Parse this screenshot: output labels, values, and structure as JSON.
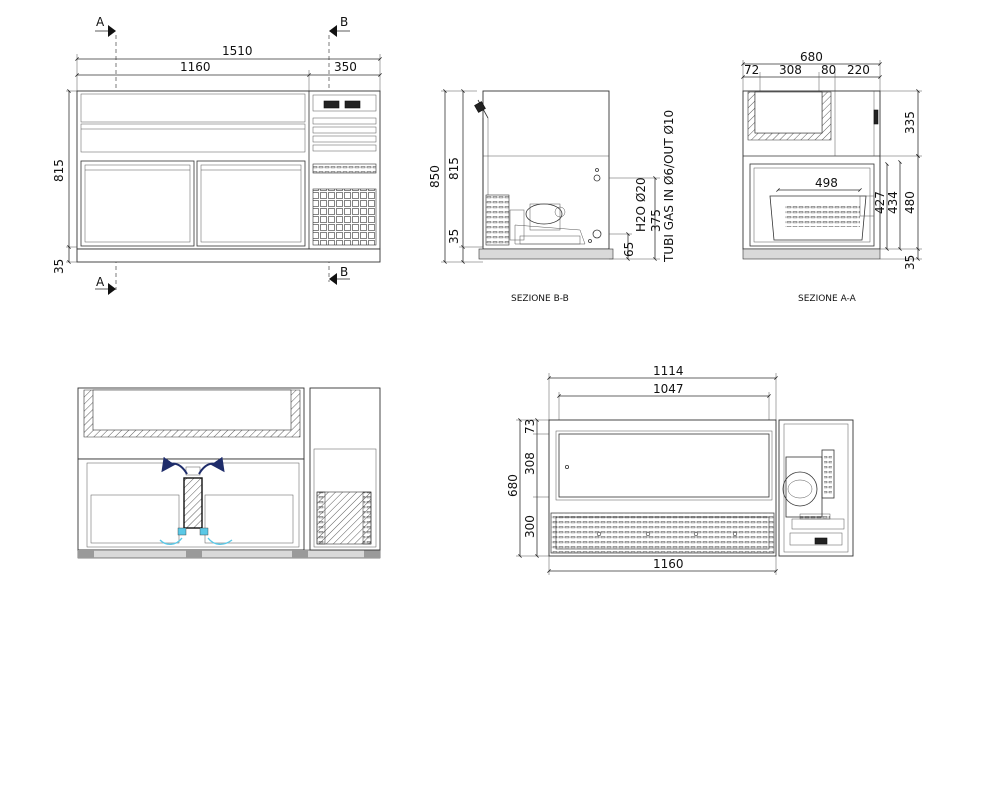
{
  "front_view": {
    "marker_a": "A",
    "marker_b": "B",
    "width_total": "1510",
    "width_cabinet": "1160",
    "width_unit": "350",
    "height_total": "815",
    "height_feet": "35"
  },
  "section_bb": {
    "caption": "SEZIONE B-B",
    "height_overall": "850",
    "height_body": "815",
    "height_feet": "35",
    "pipe_label": "TUBI GAS IN Ø6/OUT Ø10",
    "pipe_height": "375",
    "water_label": "H2O Ø20",
    "water_height": "65"
  },
  "section_aa": {
    "caption": "SEZIONE A-A",
    "depth_total": "680",
    "depth_parts": [
      "72",
      "308",
      "80",
      "220"
    ],
    "inner_width": "498",
    "height_top": "335",
    "height_427": "427",
    "height_434": "434",
    "height_480": "480",
    "height_feet": "35"
  },
  "plan_view": {
    "width_outer": "1114",
    "width_inner": "1047",
    "width_base": "1160",
    "depth_total": "680",
    "depth_parts": [
      "73",
      "308",
      "300"
    ]
  },
  "colors": {
    "line": "#333333",
    "airflow_arrow": "#1f2d6b",
    "air_vent": "#5bc8e6"
  }
}
